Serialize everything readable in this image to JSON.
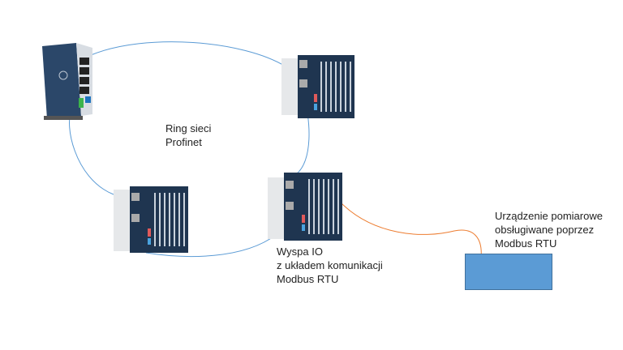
{
  "diagram": {
    "ring_label": [
      "Ring sieci",
      "Profinet"
    ],
    "io_island_label": [
      "Wyspa IO",
      "z układem komunikacji",
      "Modbus RTU"
    ],
    "measurement_label": [
      "Urządzenie pomiarowe",
      "obsługiwane poprzez",
      "Modbus RTU"
    ],
    "colors": {
      "profinet_ring": "#5b9bd5",
      "modbus_line": "#ed7d31",
      "measurement_device": "#5b9bd5",
      "device_body": "#1f3550"
    },
    "nodes": [
      {
        "id": "controller",
        "type": "plc-controller"
      },
      {
        "id": "io-top",
        "type": "io-island"
      },
      {
        "id": "io-left",
        "type": "io-island"
      },
      {
        "id": "io-modbus",
        "type": "io-island"
      },
      {
        "id": "measurement",
        "type": "measurement-device"
      }
    ],
    "edges": [
      {
        "from": "controller",
        "to": "io-top",
        "kind": "profinet"
      },
      {
        "from": "io-top",
        "to": "io-modbus",
        "kind": "profinet"
      },
      {
        "from": "io-modbus",
        "to": "io-left",
        "kind": "profinet"
      },
      {
        "from": "io-left",
        "to": "controller",
        "kind": "profinet"
      },
      {
        "from": "io-modbus",
        "to": "measurement",
        "kind": "modbus-rtu"
      }
    ]
  }
}
